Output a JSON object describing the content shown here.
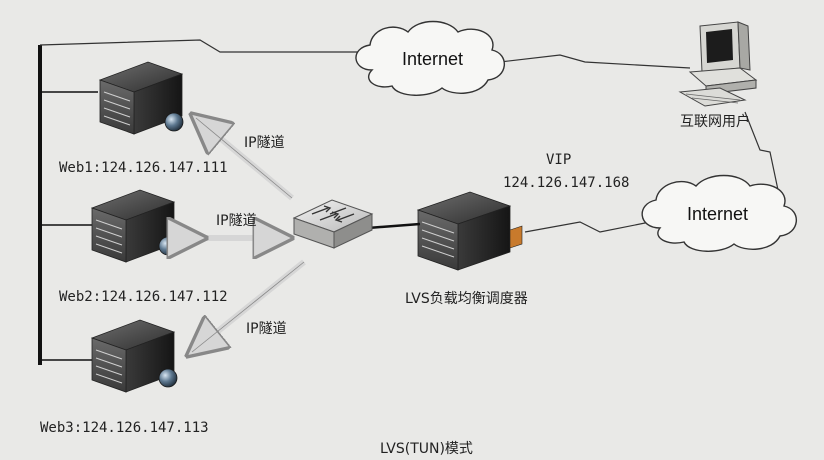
{
  "diagram": {
    "caption": "LVS(TUN)模式",
    "clouds": [
      {
        "id": "internet-top",
        "label": "Internet"
      },
      {
        "id": "internet-right",
        "label": "Internet"
      }
    ],
    "client": {
      "label": "互联网用户"
    },
    "vip": {
      "title": "VIP",
      "address": "124.126.147.168"
    },
    "load_balancer": {
      "label": "LVS负载均衡调度器"
    },
    "servers": [
      {
        "label": "Web1:124.126.147.111"
      },
      {
        "label": "Web2:124.126.147.112"
      },
      {
        "label": "Web3:124.126.147.113"
      }
    ],
    "tunnels": [
      {
        "label": "IP隧道"
      },
      {
        "label": "IP隧道"
      },
      {
        "label": "IP隧道"
      }
    ]
  }
}
